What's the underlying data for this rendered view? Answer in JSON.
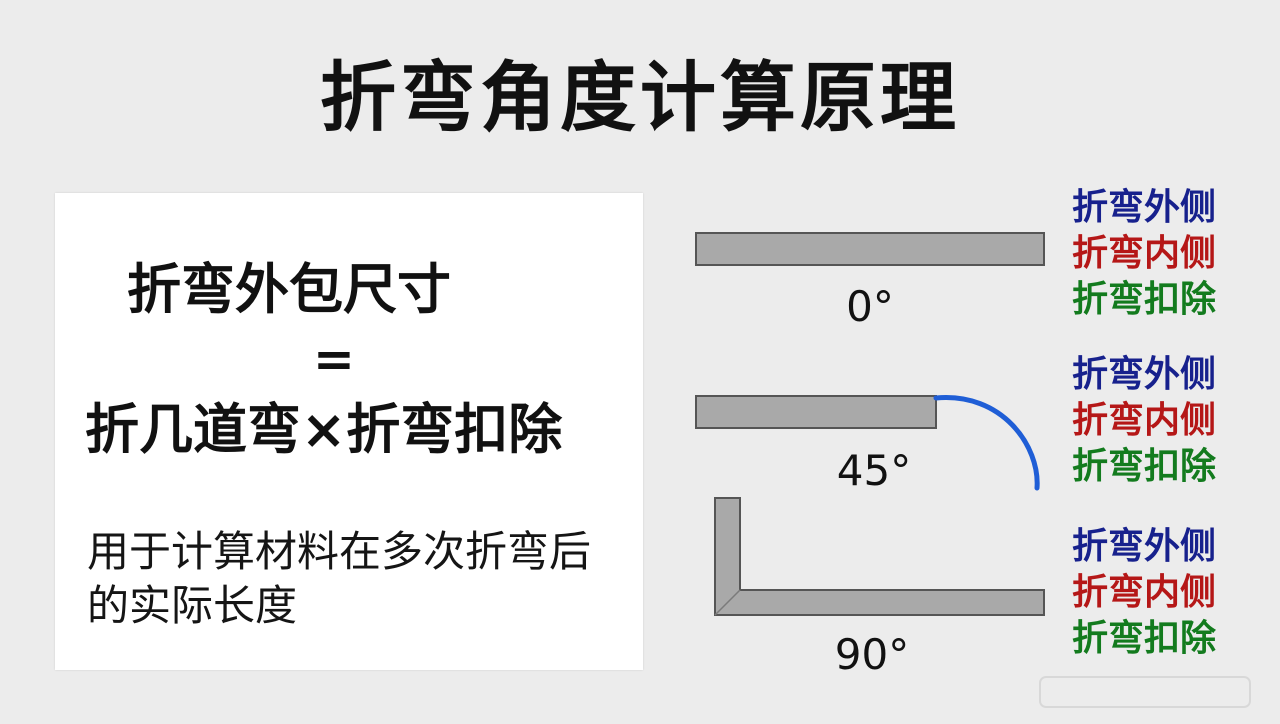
{
  "title": "折弯角度计算原理",
  "formula": {
    "lhs": "折弯外包尺寸",
    "equals": "=",
    "rhs": "折几道弯×折弯扣除",
    "description": "用于计算材料在多次折弯后的实际长度"
  },
  "angles": [
    {
      "label": "0°",
      "legend": {
        "outer": "折弯外侧",
        "inner": "折弯内侧",
        "deduct": "折弯扣除"
      }
    },
    {
      "label": "45°",
      "legend": {
        "outer": "折弯外侧",
        "inner": "折弯内侧",
        "deduct": "折弯扣除"
      }
    },
    {
      "label": "90°",
      "legend": {
        "outer": "折弯外侧",
        "inner": "折弯内侧",
        "deduct": "折弯扣除"
      }
    }
  ],
  "colors": {
    "outer_side": "#17218d",
    "inner_side": "#b51717",
    "deduct": "#137b1e",
    "plate_fill": "#a9a9a9",
    "plate_stroke": "#555555",
    "bend_arc": "#1f5ed6"
  }
}
